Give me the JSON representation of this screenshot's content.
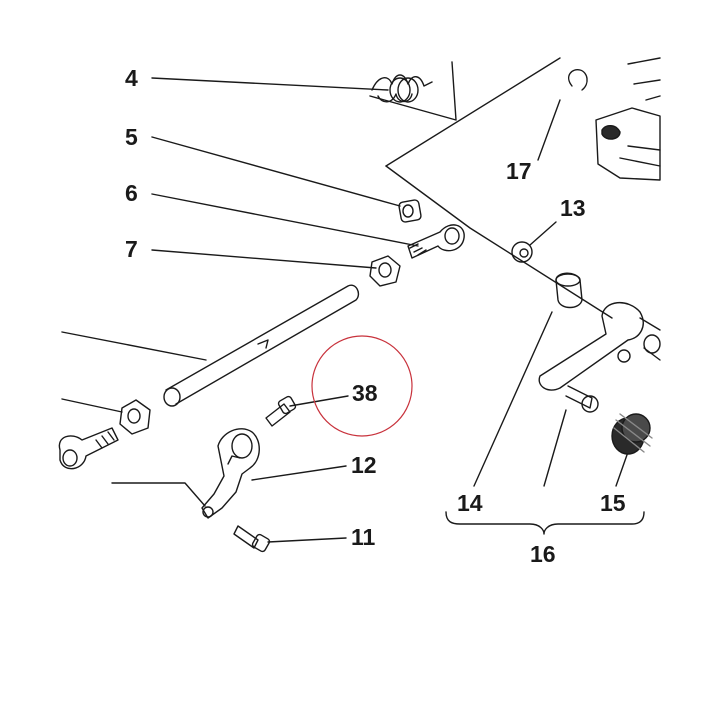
{
  "diagram": {
    "callouts": {
      "c4": "4",
      "c5": "5",
      "c6": "6",
      "c7": "7",
      "c11": "11",
      "c12": "12",
      "c13": "13",
      "c14": "14",
      "c15": "15",
      "c16": "16",
      "c17": "17",
      "c38": "38"
    },
    "highlight": {
      "target": "38",
      "color": "#c8323c"
    },
    "line_color": "#1a1a1a"
  }
}
